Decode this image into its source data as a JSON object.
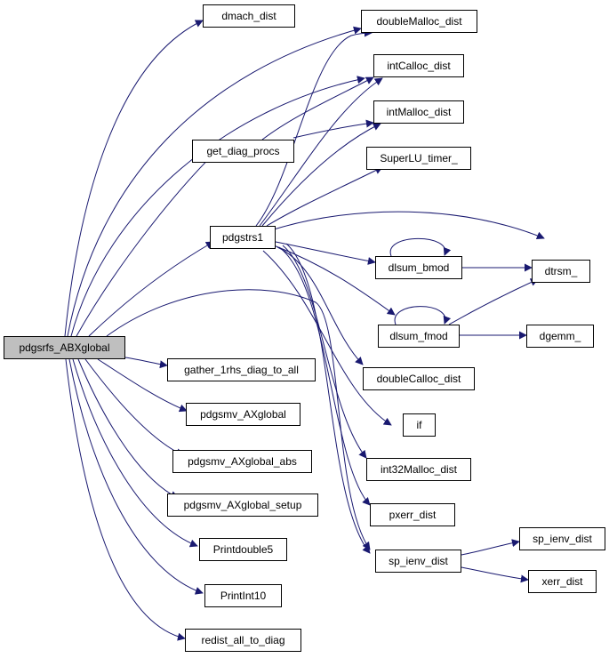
{
  "graph": {
    "edge_color": "#191970",
    "root_fill": "#bfbfbf",
    "nodes": {
      "root": "pdgsrfs_ABXglobal",
      "dmach": "dmach_dist",
      "doubleMalloc": "doubleMalloc_dist",
      "intCalloc": "intCalloc_dist",
      "intMalloc": "intMalloc_dist",
      "getdiag": "get_diag_procs",
      "timer": "SuperLU_timer_",
      "pdgstrs1": "pdgstrs1",
      "dtrsm": "dtrsm_",
      "bmod": "dlsum_bmod",
      "fmod": "dlsum_fmod",
      "dgemm": "dgemm_",
      "gather": "gather_1rhs_diag_to_all",
      "doubleCalloc": "doubleCalloc_dist",
      "axglobal": "pdgsmv_AXglobal",
      "ifnode": "if",
      "axabs": "pdgsmv_AXglobal_abs",
      "int32": "int32Malloc_dist",
      "axsetup": "pdgsmv_AXglobal_setup",
      "pxerr": "pxerr_dist",
      "printdouble": "Printdouble5",
      "spienv": "sp_ienv_dist",
      "spienv2": "sp_ienv_dist",
      "printint": "PrintInt10",
      "xerr": "xerr_dist",
      "redist": "redist_all_to_diag"
    }
  }
}
